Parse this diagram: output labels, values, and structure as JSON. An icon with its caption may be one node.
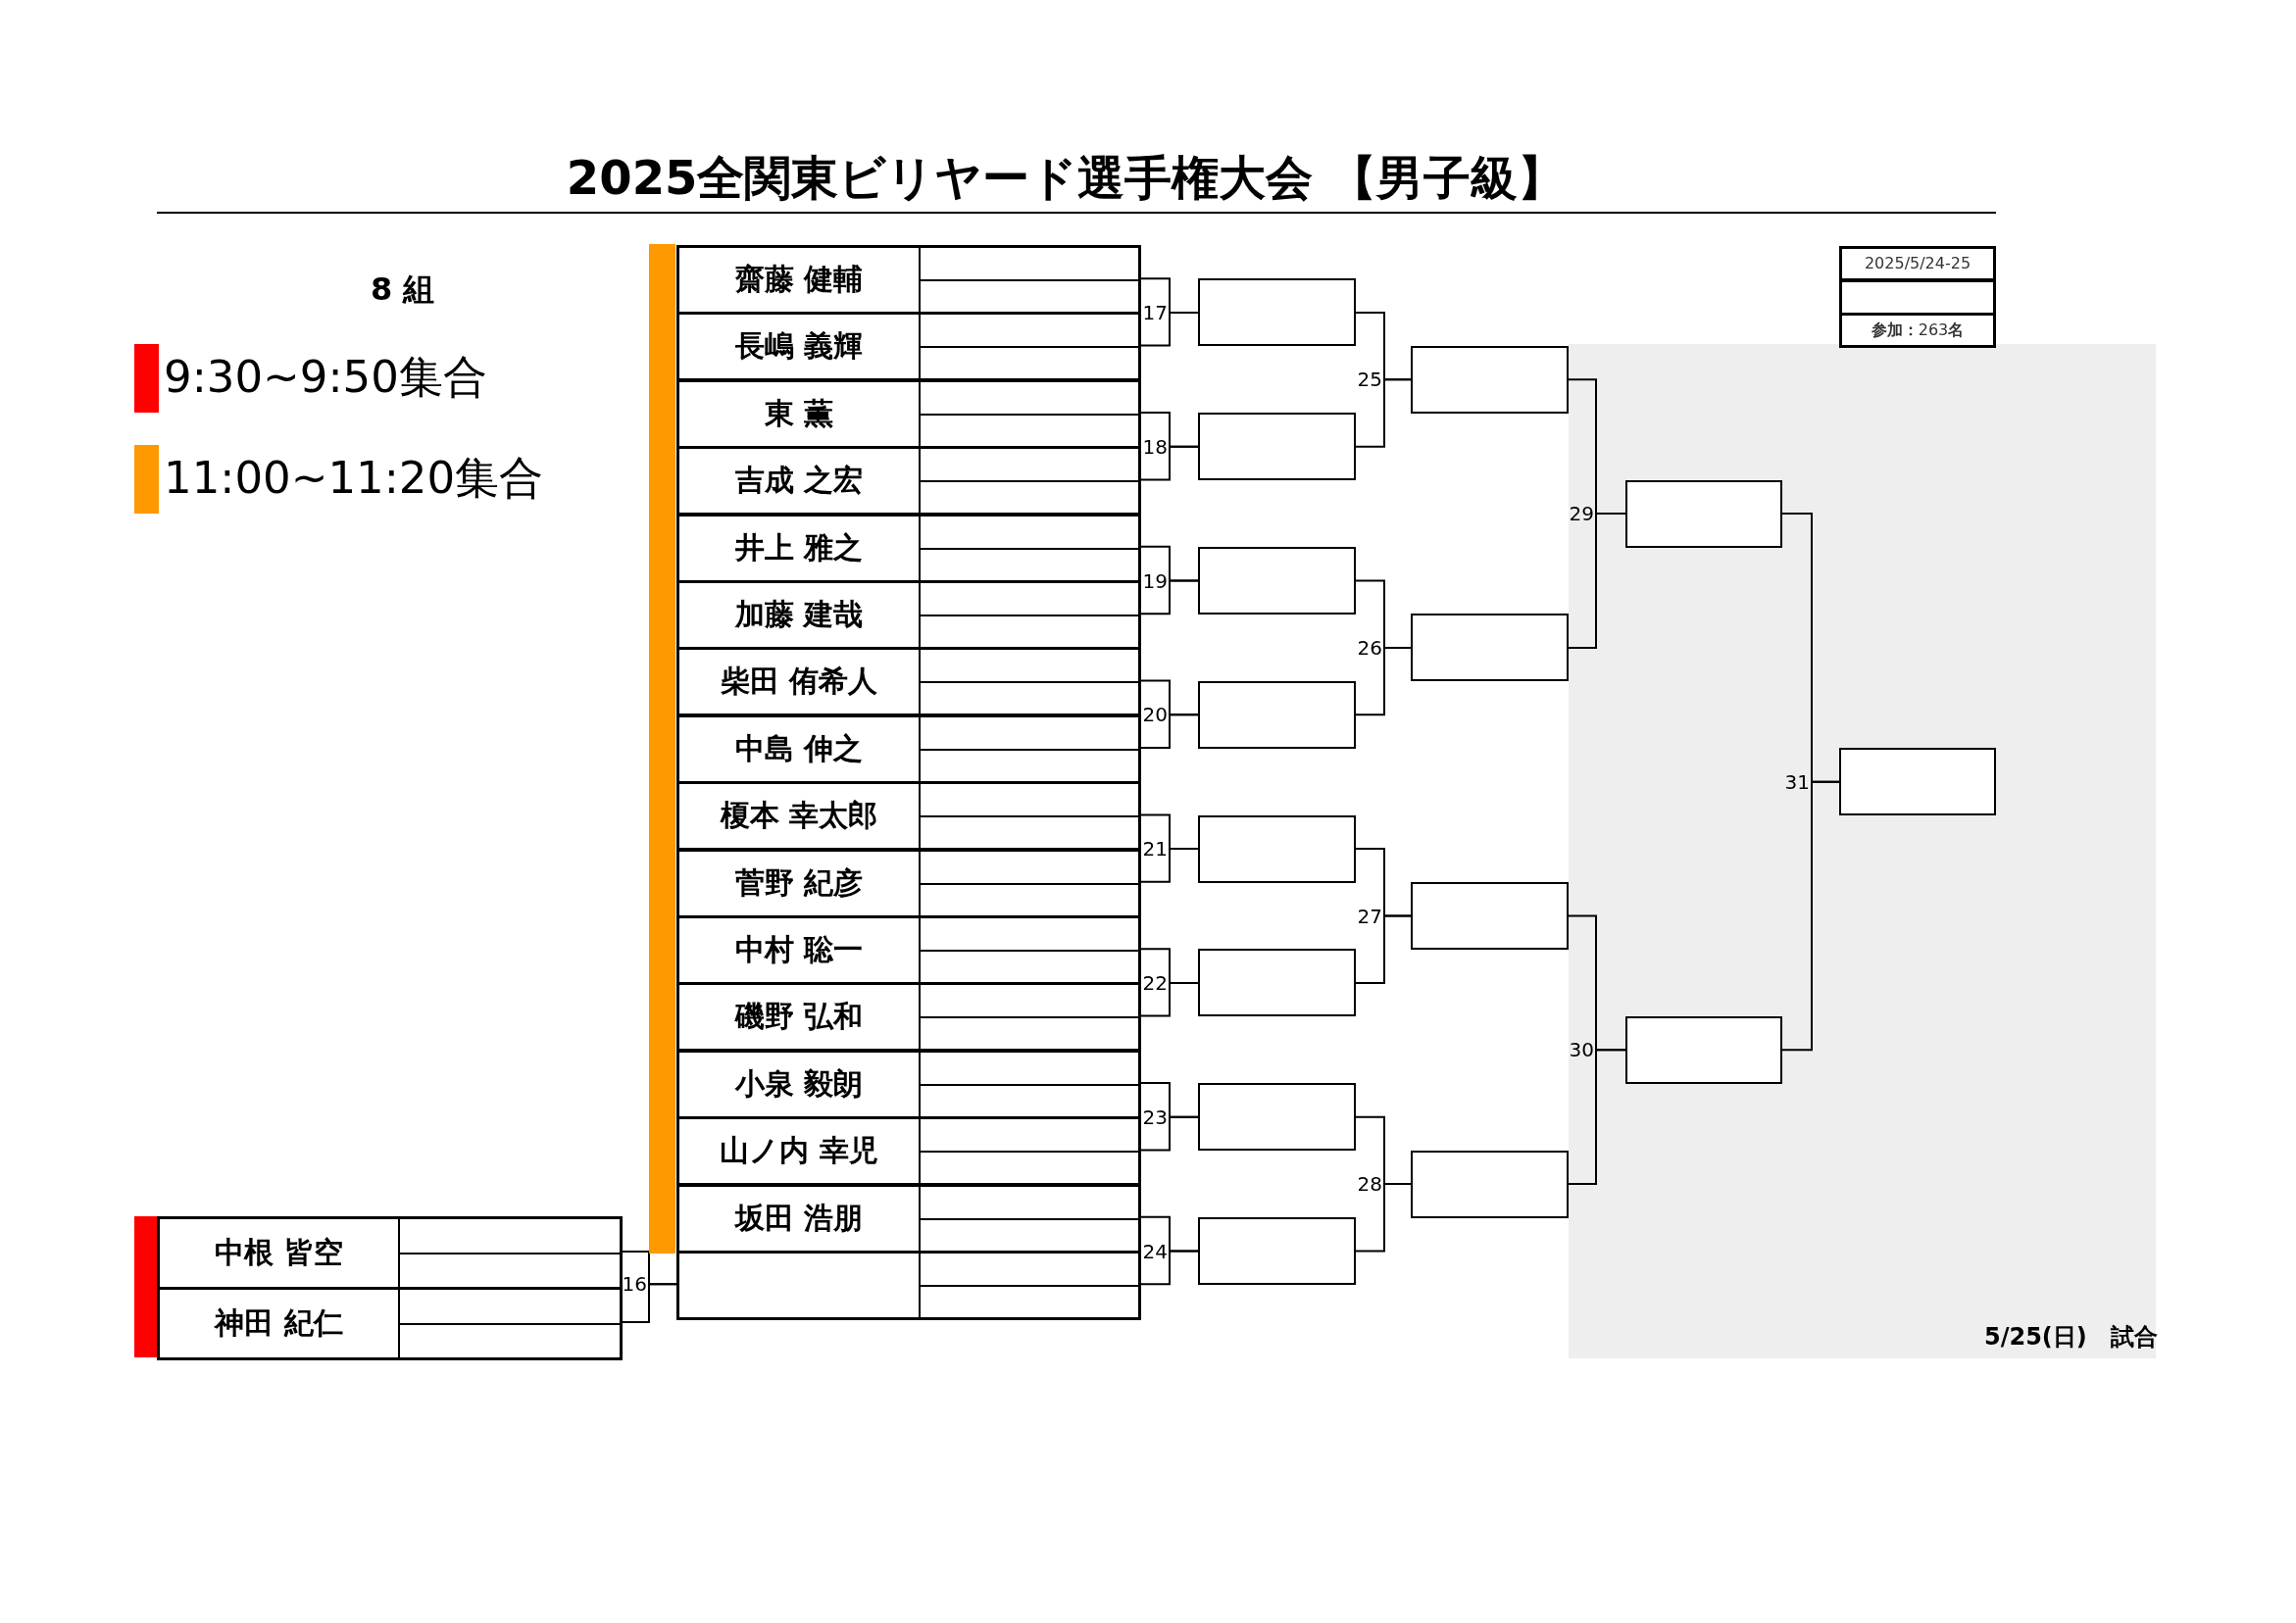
{
  "diagram": {
    "title": "2025全関東ビリヤード選手権大会 【男子級】",
    "nodes": [
      {
        "text": [
          "齋藤 健輔"
        ]
      },
      {
        "text": [
          "長嶋 義輝"
        ]
      },
      {
        "text": [
          "東 薫"
        ]
      },
      {
        "text": [
          "吉成 之宏"
        ]
      },
      {
        "text": [
          "井上 雅之"
        ]
      },
      {
        "text": [
          "加藤 建哉"
        ]
      },
      {
        "text": [
          "柴田 侑希人"
        ]
      },
      {
        "text": [
          "中島 伸之"
        ]
      },
      {
        "text": [
          "榎本 幸太郎"
        ]
      },
      {
        "text": [
          "菅野 紀彦"
        ]
      },
      {
        "text": [
          "中村 聡一"
        ]
      },
      {
        "text": [
          "磯野 弘和"
        ]
      },
      {
        "text": [
          "小泉 毅朗"
        ]
      },
      {
        "text": [
          "山ノ内 幸児"
        ]
      },
      {
        "text": [
          "坂田 浩朋"
        ]
      },
      {
        "text": [],
        "shape": "box"
      },
      {
        "text": [
          "中根 皆空"
        ]
      },
      {
        "text": [
          "神田 紀仁"
        ]
      },
      {
        "text": [],
        "shape": "box"
      },
      {
        "text": [],
        "shape": "box"
      },
      {
        "text": [],
        "shape": "box"
      },
      {
        "text": [],
        "shape": "box"
      },
      {
        "text": [],
        "shape": "box"
      },
      {
        "text": [],
        "shape": "box"
      },
      {
        "text": [],
        "shape": "box"
      },
      {
        "text": [],
        "shape": "box"
      },
      {
        "text": [],
        "shape": "box"
      },
      {
        "text": [],
        "shape": "box"
      },
      {
        "text": [],
        "shape": "box"
      },
      {
        "text": [],
        "shape": "box"
      },
      {
        "text": [],
        "shape": "box"
      },
      {
        "text": [],
        "shape": "box"
      },
      {
        "text": [],
        "shape": "box"
      },
      {
        "text": [],
        "shape": "bar"
      },
      {
        "text": [],
        "shape": "bar"
      }
    ],
    "edges": [
      {
        "from": 16,
        "to": 15,
        "arrow": "none"
      },
      {
        "from": 17,
        "to": 15,
        "arrow": "none"
      },
      {
        "from": 0,
        "to": 18,
        "arrow": "none"
      },
      {
        "from": 1,
        "to": 18,
        "arrow": "none"
      },
      {
        "from": 2,
        "to": 19,
        "arrow": "none"
      },
      {
        "from": 3,
        "to": 19,
        "arrow": "none"
      },
      {
        "from": 4,
        "to": 20,
        "arrow": "none"
      },
      {
        "from": 5,
        "to": 20,
        "arrow": "none"
      },
      {
        "from": 6,
        "to": 21,
        "arrow": "none"
      },
      {
        "from": 7,
        "to": 21,
        "arrow": "none"
      },
      {
        "from": 8,
        "to": 22,
        "arrow": "none"
      },
      {
        "from": 9,
        "to": 22,
        "arrow": "none"
      },
      {
        "from": 10,
        "to": 23,
        "arrow": "none"
      },
      {
        "from": 11,
        "to": 23,
        "arrow": "none"
      },
      {
        "from": 12,
        "to": 24,
        "arrow": "none"
      },
      {
        "from": 13,
        "to": 24,
        "arrow": "none"
      },
      {
        "from": 14,
        "to": 25,
        "arrow": "none"
      },
      {
        "from": 15,
        "to": 25,
        "arrow": "none"
      },
      {
        "from": 18,
        "to": 26,
        "arrow": "none"
      },
      {
        "from": 19,
        "to": 26,
        "arrow": "none"
      },
      {
        "from": 20,
        "to": 27,
        "arrow": "none"
      },
      {
        "from": 21,
        "to": 27,
        "arrow": "none"
      },
      {
        "from": 22,
        "to": 28,
        "arrow": "none"
      },
      {
        "from": 23,
        "to": 28,
        "arrow": "none"
      },
      {
        "from": 24,
        "to": 29,
        "arrow": "none"
      },
      {
        "from": 25,
        "to": 29,
        "arrow": "none"
      },
      {
        "from": 26,
        "to": 30,
        "arrow": "none"
      },
      {
        "from": 27,
        "to": 30,
        "arrow": "none"
      },
      {
        "from": 28,
        "to": 31,
        "arrow": "none"
      },
      {
        "from": 29,
        "to": 31,
        "arrow": "none"
      },
      {
        "from": 30,
        "to": 32,
        "arrow": "none"
      },
      {
        "from": 31,
        "to": 32,
        "arrow": "none"
      }
    ],
    "labels": [
      "8 組",
      "16",
      "17",
      "18",
      "19",
      "20",
      "21",
      "22",
      "23",
      "24",
      "25",
      "26",
      "27",
      "28",
      "29",
      "30",
      "31",
      "2025/5/24-25",
      "**参加：**263**名**",
      "5/25(日)　試合"
    ],
    "legend": [
      {
        "text": "9:30~9:50集合",
        "color": "#ff0000"
      },
      {
        "text": "11:00~11:20集合",
        "color": "#ff9900"
      }
    ]
  }
}
